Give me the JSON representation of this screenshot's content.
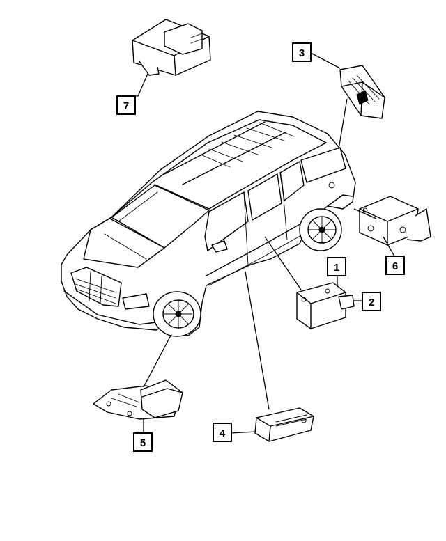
{
  "diagram": {
    "vehicle": "vehicle-illustration",
    "callouts": [
      {
        "id": "callout-1",
        "label": "1"
      },
      {
        "id": "callout-2",
        "label": "2"
      },
      {
        "id": "callout-3",
        "label": "3"
      },
      {
        "id": "callout-4",
        "label": "4"
      },
      {
        "id": "callout-5",
        "label": "5"
      },
      {
        "id": "callout-6",
        "label": "6"
      },
      {
        "id": "callout-7",
        "label": "7"
      }
    ]
  },
  "colors": {
    "line": "#000000",
    "background": "#ffffff"
  }
}
